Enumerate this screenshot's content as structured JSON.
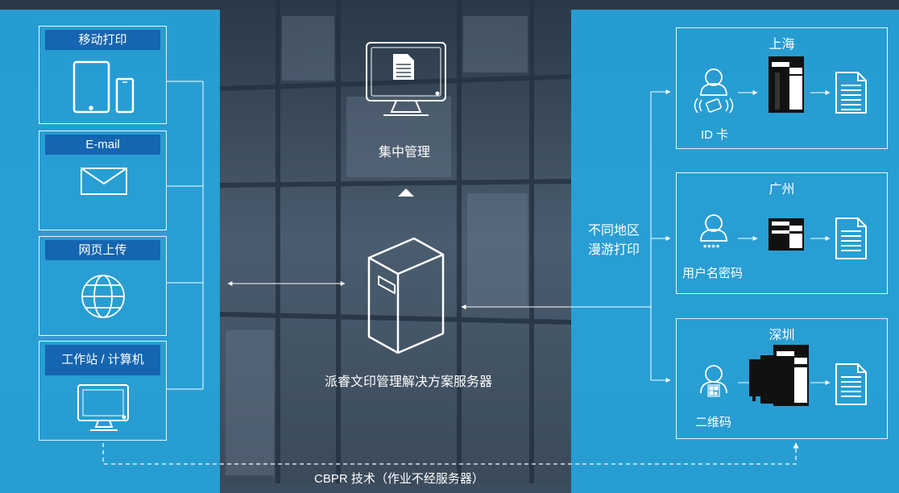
{
  "sources": [
    {
      "label": "移动打印",
      "icon": "mobile-devices-icon"
    },
    {
      "label": "E-mail",
      "icon": "envelope-icon"
    },
    {
      "label": "网页上传",
      "icon": "globe-icon"
    },
    {
      "label": "工作站 / 计算机",
      "icon": "desktop-monitor-icon"
    }
  ],
  "management": {
    "label": "集中管理",
    "icon": "monitor-document-icon"
  },
  "server": {
    "label": "派睿文印管理解决方案服务器",
    "icon": "server-icon"
  },
  "roaming": {
    "line1": "不同地区",
    "line2": "漫游打印"
  },
  "regions": [
    {
      "title": "上海",
      "auth_label": "ID 卡",
      "auth_icon": "id-card-icon"
    },
    {
      "title": "广州",
      "auth_label": "用户名密码",
      "auth_icon": "password-icon",
      "password_mask": "****"
    },
    {
      "title": "深圳",
      "auth_label": "二维码",
      "auth_icon": "qr-code-icon"
    }
  ],
  "footer": {
    "cbpr_label": "CBPR 技术（作业不经服务器）"
  },
  "colors": {
    "panel": "#27a4dc",
    "label_bg": "#1565b0",
    "line": "#ffffff"
  }
}
